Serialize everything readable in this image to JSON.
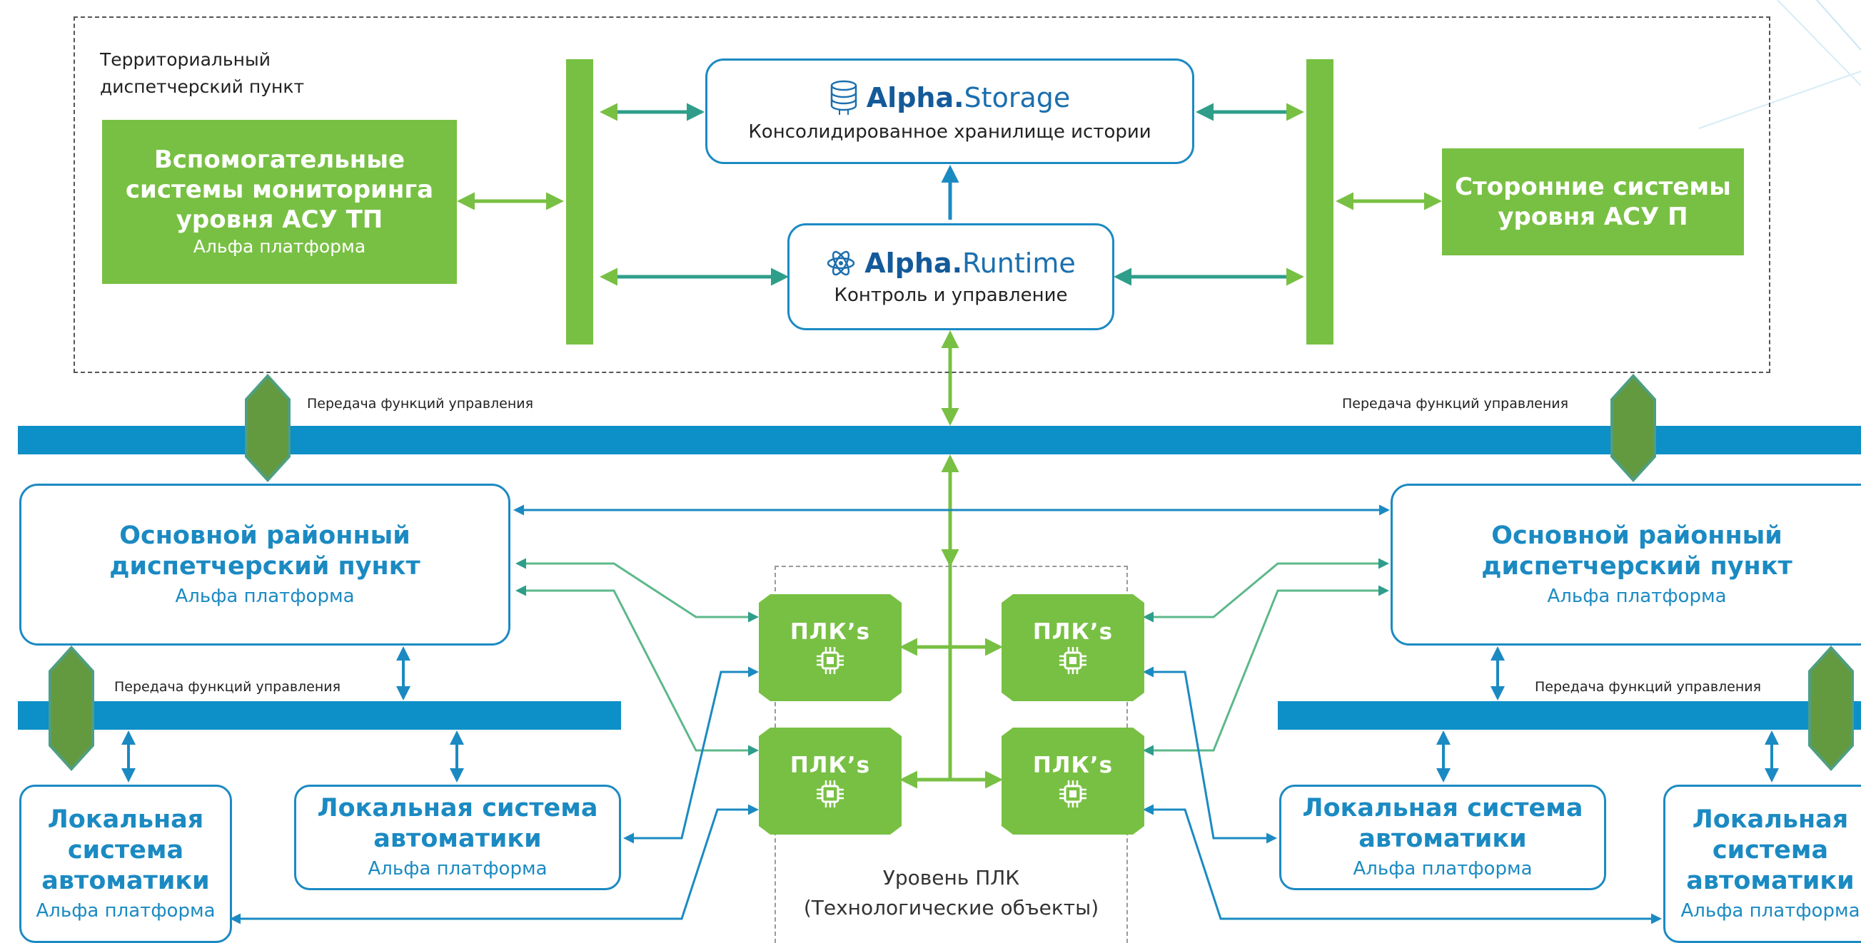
{
  "territorial_label": "Территориальный\nдиспетчерский пункт",
  "aux_systems": {
    "title": "Вспомогательные\nсистемы мониторинга\nуровня АСУ ТП",
    "subtitle": "Альфа платформа"
  },
  "third_party": {
    "title": "Сторонние системы\nуровня АСУ П"
  },
  "storage": {
    "brand": "Alpha.",
    "product": "Storage",
    "description": "Консолидированное хранилище истории",
    "icon": "database-icon"
  },
  "runtime": {
    "brand": "Alpha.",
    "product": "Runtime",
    "description": "Контроль и управление",
    "icon": "atom-icon"
  },
  "transfer_labels": {
    "top_left": "Передача функций управления",
    "top_right": "Передача функций управления",
    "mid_left": "Передача функций управления",
    "mid_right": "Передача функций управления"
  },
  "district_left": {
    "title": "Основной районный\nдиспетчерский пункт",
    "subtitle": "Альфа платформа"
  },
  "district_right": {
    "title": "Основной районный\nдиспетчерский пункт",
    "subtitle": "Альфа платформа"
  },
  "local_far_left": {
    "title": "Локальная\nсистема\nавтоматики",
    "subtitle": "Альфа платформа"
  },
  "local_left": {
    "title": "Локальная система\nавтоматики",
    "subtitle": "Альфа платформа"
  },
  "local_right": {
    "title": "Локальная система\nавтоматики",
    "subtitle": "Альфа платформа"
  },
  "local_far_right": {
    "title": "Локальная\nсистема\nавтоматики",
    "subtitle": "Альфа платформа"
  },
  "plc_label": "ПЛК’s",
  "plc_icon": "chip-icon",
  "plc_level": "Уровень ПЛК\n(Технологические объекты)",
  "colors": {
    "green": "#78c043",
    "blue": "#1b8ac2",
    "bus_blue": "#0d8fc7",
    "dark_green": "#5a9a3a",
    "arrow_teal": "#2e9e8a"
  }
}
